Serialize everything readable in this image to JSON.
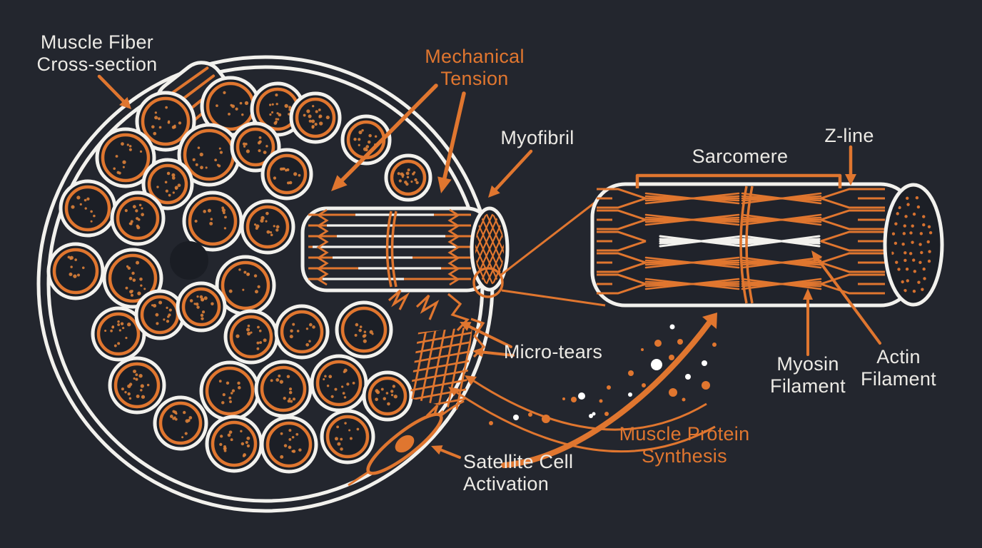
{
  "colors": {
    "background": "#23262E",
    "accent_orange": "#E0762F",
    "arrow_orange": "#E5803A",
    "line_white": "#F2F1ED",
    "text_white": "#ECEAE5",
    "fiber_fill": "#1C1F26",
    "fiber_dot": "#DB7F38"
  },
  "diagram": {
    "labels": {
      "cross_section": {
        "lines": [
          "Muscle Fiber",
          "Cross-section"
        ],
        "color": "white"
      },
      "mechanical_tension": {
        "lines": [
          "Mechanical",
          "Tension"
        ],
        "color": "orange"
      },
      "myofibril": {
        "lines": [
          "Myofibril"
        ],
        "color": "white"
      },
      "sarcomere": {
        "lines": [
          "Sarcomere"
        ],
        "color": "white"
      },
      "z_line": {
        "lines": [
          "Z-line"
        ],
        "color": "white"
      },
      "micro_tears": {
        "lines": [
          "Micro-tears"
        ],
        "color": "white"
      },
      "myosin_filament": {
        "lines": [
          "Myosin",
          "Filament"
        ],
        "color": "white"
      },
      "actin_filament": {
        "lines": [
          "Actin",
          "Filament"
        ],
        "color": "white"
      },
      "satellite_cell": {
        "lines": [
          "Satellite Cell",
          "Activation"
        ],
        "color": "white"
      },
      "muscle_protein_synthesis": {
        "lines": [
          "Muscle Protein",
          "Synthesis"
        ],
        "color": "orange"
      }
    }
  }
}
